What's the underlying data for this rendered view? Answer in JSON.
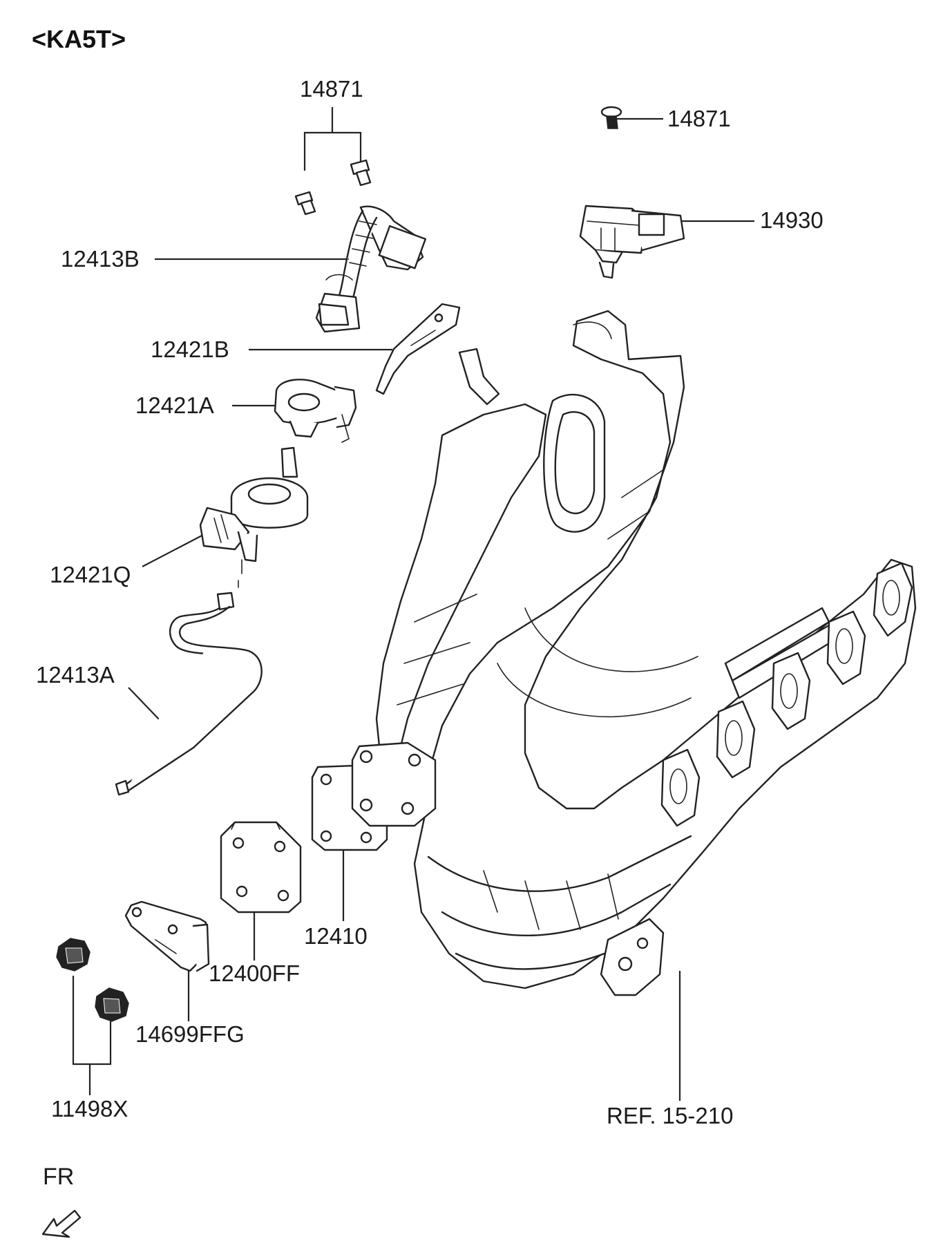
{
  "diagram": {
    "title": "<KA5T>",
    "direction_label": "FR",
    "labels": {
      "p14871_top": "14871",
      "p14871_right": "14871",
      "p14930": "14930",
      "p12413B": "12413B",
      "p12421B": "12421B",
      "p12421A": "12421A",
      "p12421Q": "12421Q",
      "p12413A": "12413A",
      "p12410": "12410",
      "p12400FF": "12400FF",
      "p14699FFG": "14699FFG",
      "p11498X": "11498X",
      "ref": "REF. 15-210"
    }
  }
}
